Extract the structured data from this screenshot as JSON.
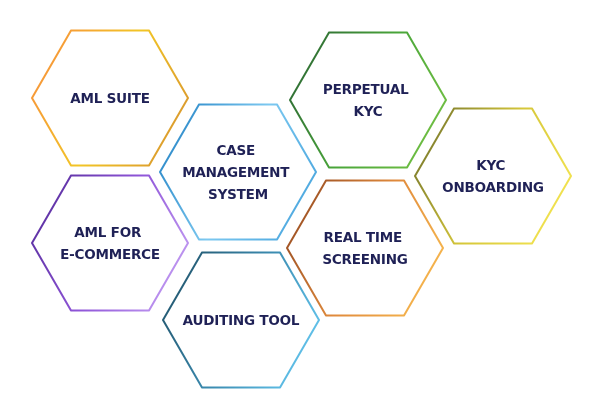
{
  "diagram": {
    "title": "",
    "text_color": "#1f2156",
    "nodes": [
      {
        "id": "aml-suite",
        "lines": [
          "AML SUITE"
        ],
        "colors": [
          "#f7943a",
          "#f2c526",
          "#d9982e"
        ]
      },
      {
        "id": "case-management-system",
        "lines": [
          "CASE",
          "MANAGEMENT",
          "SYSTEM"
        ],
        "colors": [
          "#2a88c8",
          "#7cc8f0",
          "#4aa6de"
        ]
      },
      {
        "id": "perpetual-kyc",
        "lines": [
          "PERPETUAL",
          "KYC"
        ],
        "colors": [
          "#2e6b34",
          "#4aa63a",
          "#72c043"
        ]
      },
      {
        "id": "kyc-onboarding",
        "lines": [
          "KYC",
          "ONBOARDING"
        ],
        "colors": [
          "#7a7a2c",
          "#d6c73a",
          "#f4e552"
        ]
      },
      {
        "id": "aml-for-e-commerce",
        "lines": [
          "AML FOR",
          "E-COMMERCE"
        ],
        "colors": [
          "#5a2fa0",
          "#8f55d8",
          "#c29bf2"
        ]
      },
      {
        "id": "real-time-screening",
        "lines": [
          "REAL TIME",
          "SCREENING"
        ],
        "colors": [
          "#9a4e22",
          "#e08a3c",
          "#f7b84e"
        ]
      },
      {
        "id": "auditing-tool",
        "lines": [
          "AUDITING TOOL"
        ],
        "colors": [
          "#22566e",
          "#3b8bb0",
          "#64c6ef"
        ]
      }
    ]
  }
}
